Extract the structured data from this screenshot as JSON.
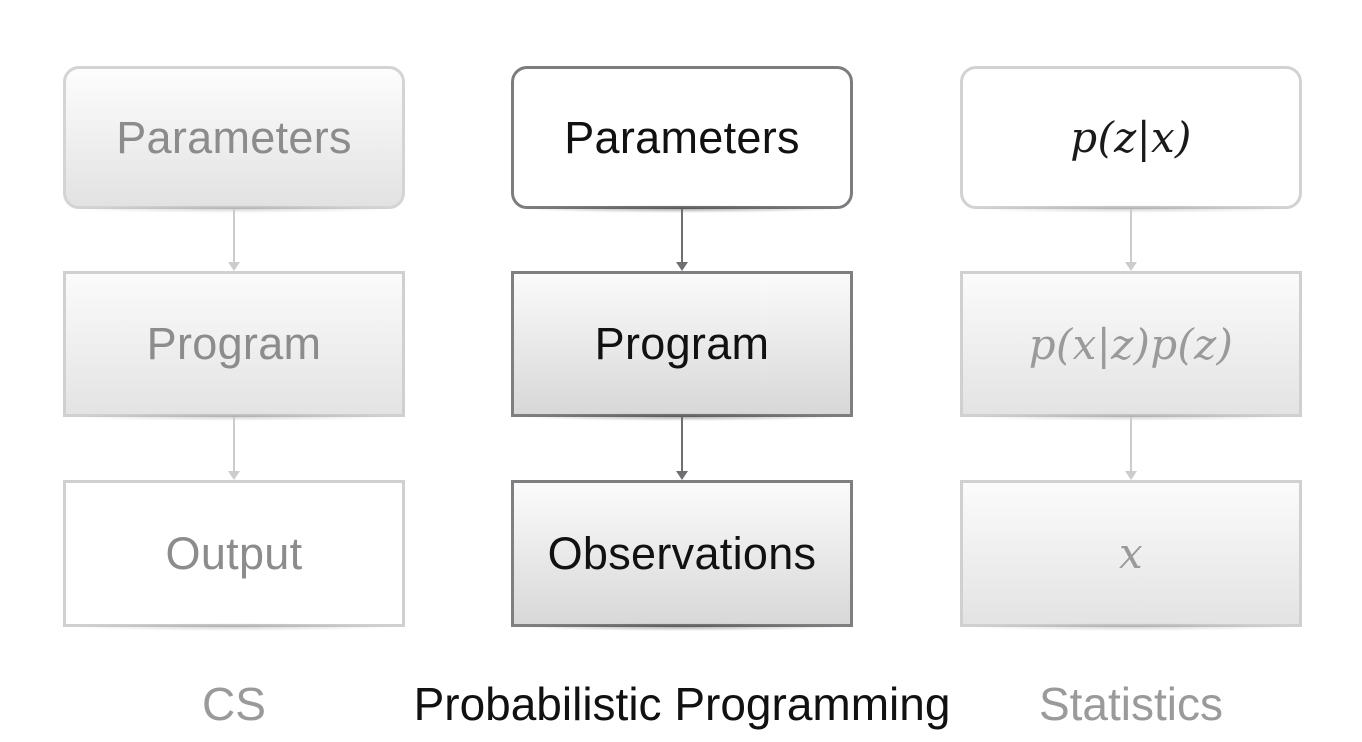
{
  "columns": {
    "cs": {
      "caption": "CS",
      "boxes": [
        "Parameters",
        "Program",
        "Output"
      ]
    },
    "pp": {
      "caption": "Probabilistic Programming",
      "boxes": [
        "Parameters",
        "Program",
        "Observations"
      ]
    },
    "stats": {
      "caption": "Statistics",
      "boxes": [
        "p(z|x)",
        "p(x|z)p(z)",
        "x"
      ]
    }
  },
  "colors": {
    "highlight_border": "#7f7f82",
    "faded_border": "#d0d0d0",
    "faded_text": "#9a9a9a",
    "highlight_text": "#111111"
  }
}
